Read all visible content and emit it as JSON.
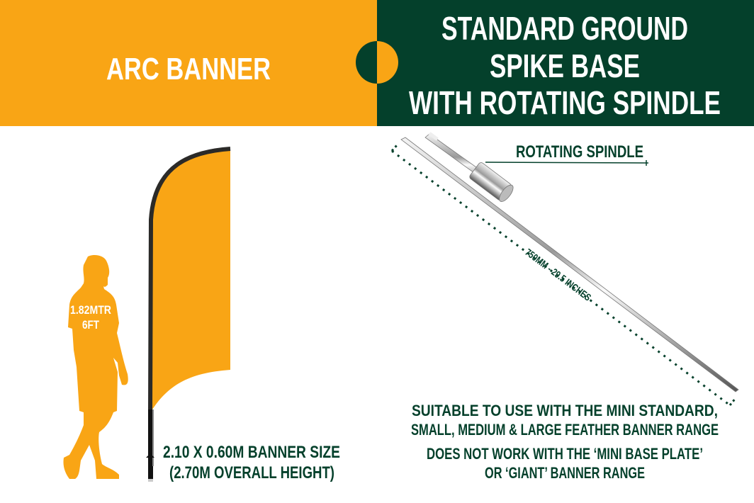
{
  "header": {
    "left_title": "ARC BANNER",
    "right_title_lines": [
      "STANDARD GROUND",
      "SPIKE BASE",
      "WITH ROTATING SPINDLE"
    ]
  },
  "left_panel": {
    "person_height_metric": "1.82MTR",
    "person_height_imperial": "6FT",
    "banner_size": "2.10 X 0.60M BANNER SIZE",
    "overall_height": "(2.70M OVERALL HEIGHT)"
  },
  "right_panel": {
    "spindle_label": "ROTATING SPINDLE",
    "length_label": "750MM - 29.5 INCHES",
    "compat_lines": [
      "SUITABLE TO USE WITH THE MINI STANDARD,",
      "SMALL, MEDIUM & LARGE FEATHER BANNER RANGE"
    ],
    "incompat_lines": [
      "DOES NOT WORK WITH THE ‘MINI BASE PLATE’",
      "OR ‘GIANT’ BANNER RANGE"
    ]
  },
  "colors": {
    "orange": "#F9A515",
    "green": "#04402B",
    "pole": "#2B2A28"
  }
}
